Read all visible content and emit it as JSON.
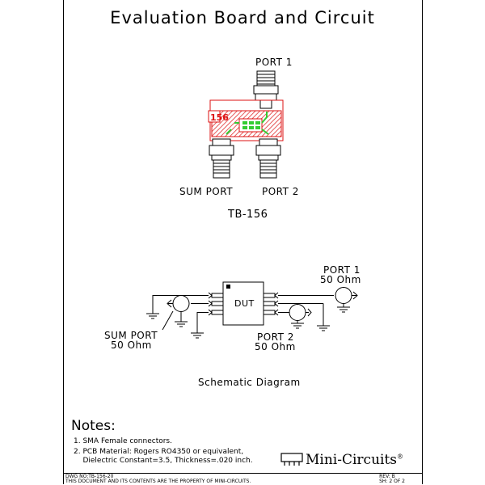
{
  "title": "Evaluation Board and Circuit",
  "board": {
    "port1": "PORT 1",
    "sum_port": "SUM PORT",
    "port2": "PORT 2",
    "model": "TB-156",
    "pcb_text": "156"
  },
  "schematic": {
    "port1": "PORT 1",
    "port1_imp": "50 Ohm",
    "sum_port": "SUM PORT",
    "sum_imp": "50 Ohm",
    "port2": "PORT 2",
    "port2_imp": "50 Ohm",
    "dut": "DUT",
    "caption": "Schematic Diagram"
  },
  "notes": {
    "heading": "Notes:",
    "items": [
      "1. SMA Female connectors.",
      "2. PCB Material: Rogers RO4350 or equivalent,",
      "    Dielectric Constant=3.5, Thickness=.020 inch."
    ]
  },
  "brand": "Mini-Circuits",
  "brand_mark": "®",
  "footer": {
    "dwg": "DWG NO:TB-156-20",
    "disclaimer": "THIS DOCUMENT AND ITS CONTENTS ARE THE PROPERTY OF MINI-CIRCUITS.",
    "rev": "REV: B",
    "sheet": "SH: 2 OF 2"
  }
}
